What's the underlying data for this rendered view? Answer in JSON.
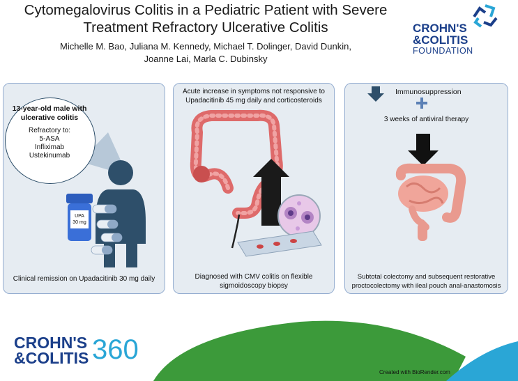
{
  "title": {
    "line1": "Cytomegalovirus Colitis in a Pediatric Patient with Severe",
    "line2": "Treatment Refractory Ulcerative Colitis"
  },
  "authors": {
    "line1": "Michelle M. Bao, Juliana M. Kennedy, Michael T. Dolinger, David Dunkin,",
    "line2": "Joanne Lai, Marla C. Dubinsky"
  },
  "foundation_logo": {
    "line1": "CROHN'S",
    "line2": "&COLITIS",
    "line3": "FOUNDATION"
  },
  "panel1": {
    "bubble_title_1": "13-year-old male with",
    "bubble_title_2": "ulcerative colitis",
    "refractory": "Refractory to:",
    "drugs": [
      "5-ASA",
      "Infliximab",
      "Ustekinumab"
    ],
    "bottle_label_1": "UPA",
    "bottle_label_2": "30 mg",
    "caption": "Clinical remission on Upadacitinib 30 mg daily"
  },
  "panel2": {
    "top_text_1": "Acute increase in symptoms not responsive to",
    "top_text_2": "Upadacitinib 45 mg daily and corticosteroids",
    "caption_1": "Diagnosed with CMV colitis on flexible",
    "caption_2": "sigmoidoscopy biopsy"
  },
  "panel3": {
    "item1": "Immunosuppression",
    "item2": "3 weeks of antiviral therapy",
    "caption_1": "Subtotal colectomy and subsequent restorative",
    "caption_2": "proctocolectomy with ileal pouch anal-anastomosis"
  },
  "footer": {
    "logo_line1": "CROHN'S",
    "logo_line2": "&COLITIS",
    "logo_number": "360",
    "credit": "Created with BioRender.com"
  },
  "colors": {
    "panel_bg": "#e6ecf2",
    "panel_border": "#94add0",
    "person": "#2e4f6a",
    "brand_blue": "#1b3f8a",
    "footer_green": "#3c9a3a",
    "footer_blue": "#2aa6d6"
  }
}
